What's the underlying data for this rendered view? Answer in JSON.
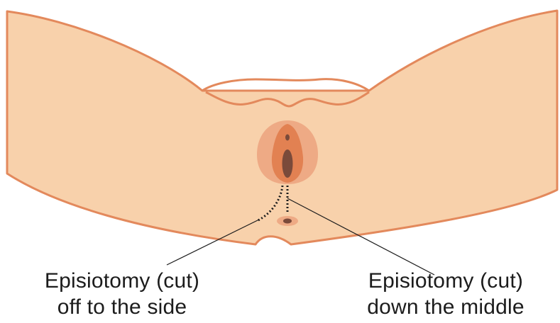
{
  "labels": {
    "side": {
      "line1": "Episiotomy (cut)",
      "line2": "off to the side"
    },
    "middle": {
      "line1": "Episiotomy (cut)",
      "line2": "down the middle"
    }
  },
  "colors": {
    "skin": "#f8d1ab",
    "outline": "#e3895c",
    "labia_outer": "#eeaa85",
    "labia_inner": "#e28152",
    "opening": "#7a4a3a",
    "anus_ring": "#eeaa85",
    "leader_line": "#1c1c1c",
    "cut_dots": "#1c1c1c"
  }
}
